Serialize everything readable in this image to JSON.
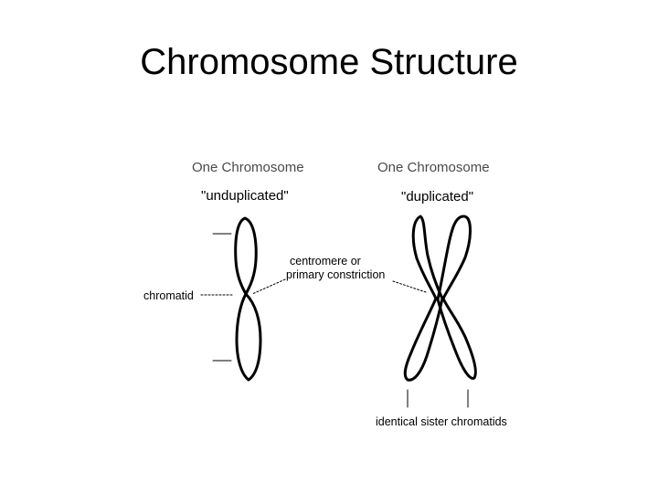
{
  "title": "Chromosome Structure",
  "diagram": {
    "left_heading": "One Chromosome",
    "right_heading": "One Chromosome",
    "left_state": "\"unduplicated\"",
    "right_state": "\"duplicated\"",
    "centromere_label_line1": "centromere or",
    "centromere_label_line2": "primary constriction",
    "chromatid_label": "chromatid",
    "sister_label": "identical sister chromatids"
  },
  "colors": {
    "stroke": "#000000",
    "label_gray": "#4a4a4a"
  }
}
